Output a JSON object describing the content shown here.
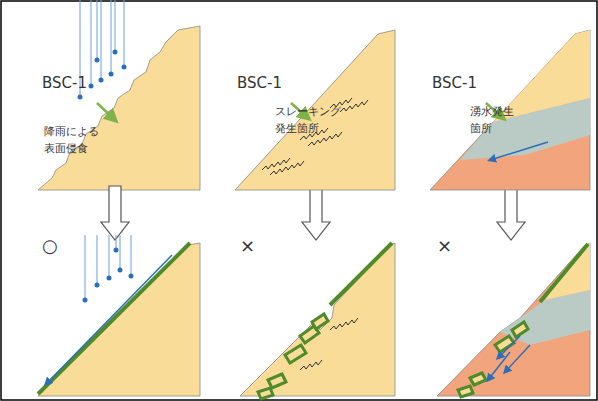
{
  "diagram": {
    "labels": [
      "BSC-1",
      "降雨による 表面侵食",
      "○",
      "BSC-1",
      "スレーキング 発生箇所",
      "×",
      "BSC-1",
      "湧水発生 箇所",
      "×"
    ]
  }
}
